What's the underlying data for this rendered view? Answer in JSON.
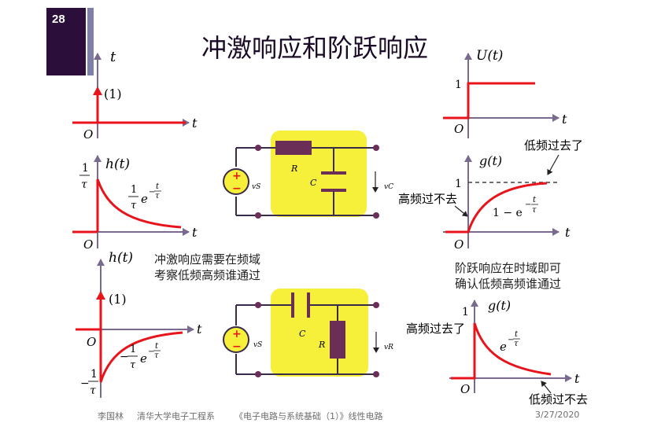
{
  "slide_number": "28",
  "title": "冲激响应和阶跃响应",
  "graphs": {
    "impulse": {
      "y_label": "t",
      "x_label": "t",
      "origin": "O",
      "impulse_label": "(1)"
    },
    "step": {
      "y_label": "U(t)",
      "x_label": "t",
      "origin": "O",
      "level_label": "1"
    },
    "h_rc": {
      "y_label": "h(t)",
      "x_label": "t",
      "origin": "O",
      "y_tick_num": "1",
      "y_tick_den": "τ",
      "formula_coef_num": "1",
      "formula_coef_den": "τ",
      "formula_base": "e",
      "formula_exp_num": "t",
      "formula_exp_den": "τ"
    },
    "g_rc": {
      "y_label": "g(t)",
      "x_label": "t",
      "origin": "O",
      "level_label": "1",
      "formula_prefix": "1 − e",
      "formula_exp_num": "t",
      "formula_exp_den": "τ",
      "annot_high": "高频过不去",
      "annot_low": "低频过去了"
    },
    "h_cr": {
      "y_label": "h(t)",
      "x_label": "t",
      "origin": "O",
      "impulse_label": "(1)",
      "y_tick_neg_num": "1",
      "y_tick_neg_den": "τ",
      "y_tick_neg_sign": "−",
      "formula_sign": "−",
      "formula_coef_num": "1",
      "formula_coef_den": "τ",
      "formula_base": "e",
      "formula_exp_num": "t",
      "formula_exp_den": "τ"
    },
    "g_cr": {
      "y_label": "g(t)",
      "x_label": "t",
      "origin": "O",
      "level_label": "1",
      "formula_base": "e",
      "formula_exp_num": "t",
      "formula_exp_den": "τ",
      "annot_high": "高频过去了",
      "annot_low": "低频过不去"
    }
  },
  "circuits": {
    "rc": {
      "source_label": "vS",
      "resistor_label": "R",
      "capacitor_label": "C",
      "output_label": "vC"
    },
    "cr": {
      "source_label": "vS",
      "capacitor_label": "C",
      "resistor_label": "R",
      "output_label": "vR"
    }
  },
  "notes": {
    "impulse_line1": "冲激响应需要在频域",
    "impulse_line2": "考察低频高频谁通过",
    "step_line1": "阶跃响应在时域即可",
    "step_line2": "确认低频高频谁通过"
  },
  "footer": {
    "author": "李国林",
    "dept": "清华大学电子工程系",
    "course": "《电子电路与系统基础（1）》线性电路",
    "date": "3/27/2020"
  },
  "colors": {
    "curve": "#e8141b",
    "axis": "#7a6a8f",
    "highlight": "#f7f03a",
    "component": "#6b2e56",
    "dark_purple": "#2b0f3a"
  }
}
